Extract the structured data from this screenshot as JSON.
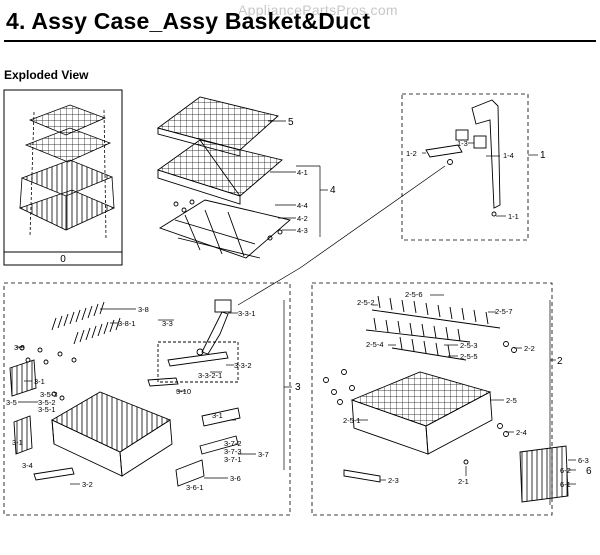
{
  "watermark": "AppliancePartsPros.com",
  "title": "4.  Assy Case_Assy Basket&Duct",
  "subtitle": "Exploded View",
  "inset_caption": "0",
  "labels": {
    "l5": "5",
    "l4": "4",
    "l4_1": "4-1",
    "l4_4": "4-4",
    "l4_2": "4-2",
    "l4_3": "4-3",
    "l1": "1",
    "l1_2": "1-2",
    "l1_3": "1-3",
    "l1_4": "1-4",
    "l1_1": "1-1",
    "l3": "3",
    "l3_8": "3-8",
    "l3_8_1": "3-8-1",
    "l3_3": "3-3",
    "l3_3_1": "3-3-1",
    "l3_9": "3-9",
    "l3_1": "3-1",
    "l3_3_2": "3-3-2",
    "l3_3_2_1": "3-3-2-1",
    "l3_5_3": "3-5-3",
    "l3_5": "3-5",
    "l3_5_2": "3-5-2",
    "l3_5_1": "3-5-1",
    "l3_10": "3-10",
    "l3_1b": "3-1",
    "l3_1c": "3-1",
    "l3_4": "3-4",
    "l3_7_2": "3-7-2",
    "l3_7_3": "3-7-3",
    "l3_7": "3-7",
    "l3_7_1": "3-7-1",
    "l3_6": "3-6",
    "l3_6_1": "3-6-1",
    "l3_2": "3-2",
    "l2": "2",
    "l2_5_6": "2-5-6",
    "l2_5_2": "2-5-2",
    "l2_5_7": "2-5-7",
    "l2_5_4": "2-5-4",
    "l2_5_3": "2-5-3",
    "l2_5_5": "2-5-5",
    "l2_2": "2-2",
    "l2_5": "2-5",
    "l2_5_1": "2-5-1",
    "l2_4": "2-4",
    "l2_1": "2-1",
    "l2_3": "2-3",
    "l6": "6",
    "l6_3": "6-3",
    "l6_2": "6-2",
    "l6_1": "6-1"
  }
}
